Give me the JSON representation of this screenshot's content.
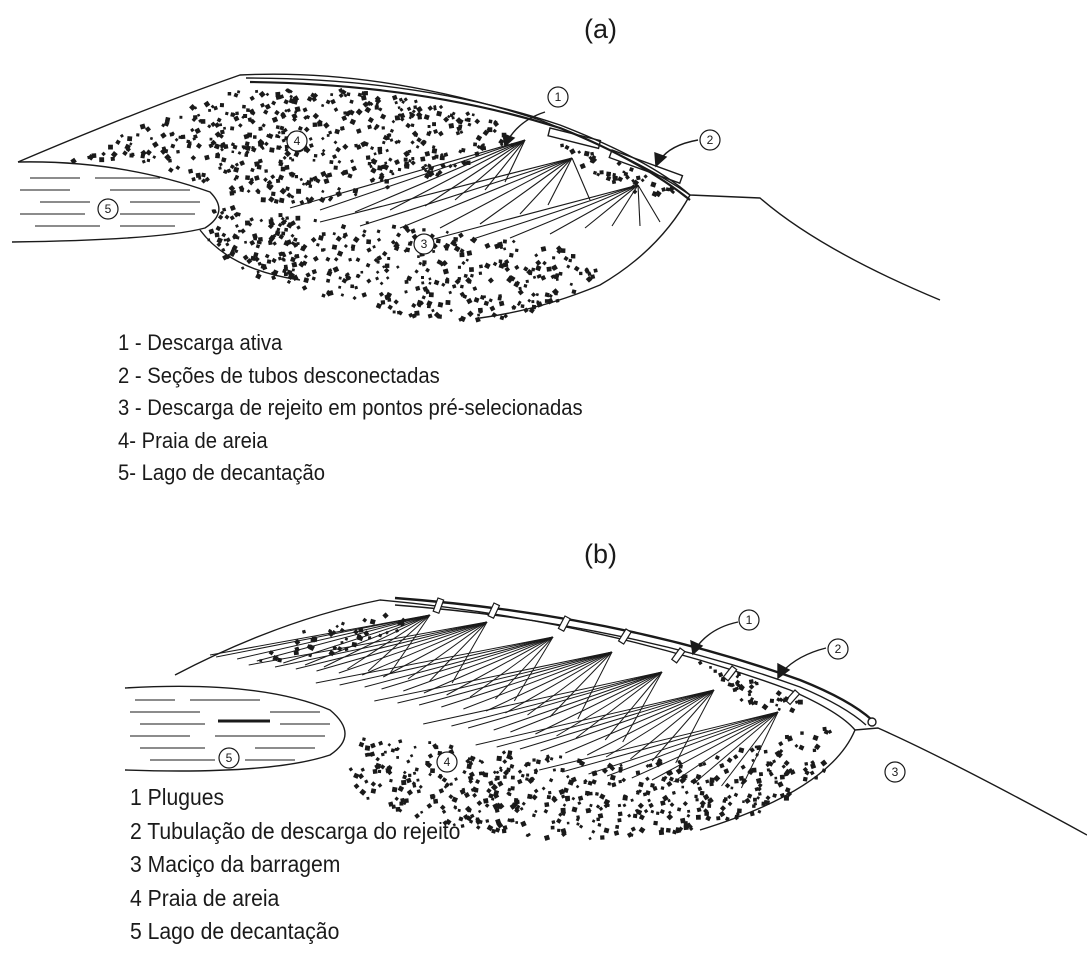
{
  "panel_a": {
    "label": "(a)",
    "callouts": [
      "1",
      "2",
      "3",
      "4",
      "5"
    ],
    "legend": [
      "1 - Descarga ativa",
      "2 - Seções de tubos desconectadas",
      "3 - Descarga de rejeito em pontos pré-selecionadas",
      "4- Praia de areia",
      "5- Lago de decantação"
    ]
  },
  "panel_b": {
    "label": "(b)",
    "callouts": [
      "1",
      "2",
      "3",
      "4",
      "5"
    ],
    "legend": [
      "1 Plugues",
      "2 Tubulação de descarga do rejeito",
      "3 Maciço da barragem",
      "4 Praia de areia",
      "5 Lago de decantação"
    ]
  },
  "colors": {
    "ink": "#1a1a1a",
    "background": "#ffffff"
  }
}
